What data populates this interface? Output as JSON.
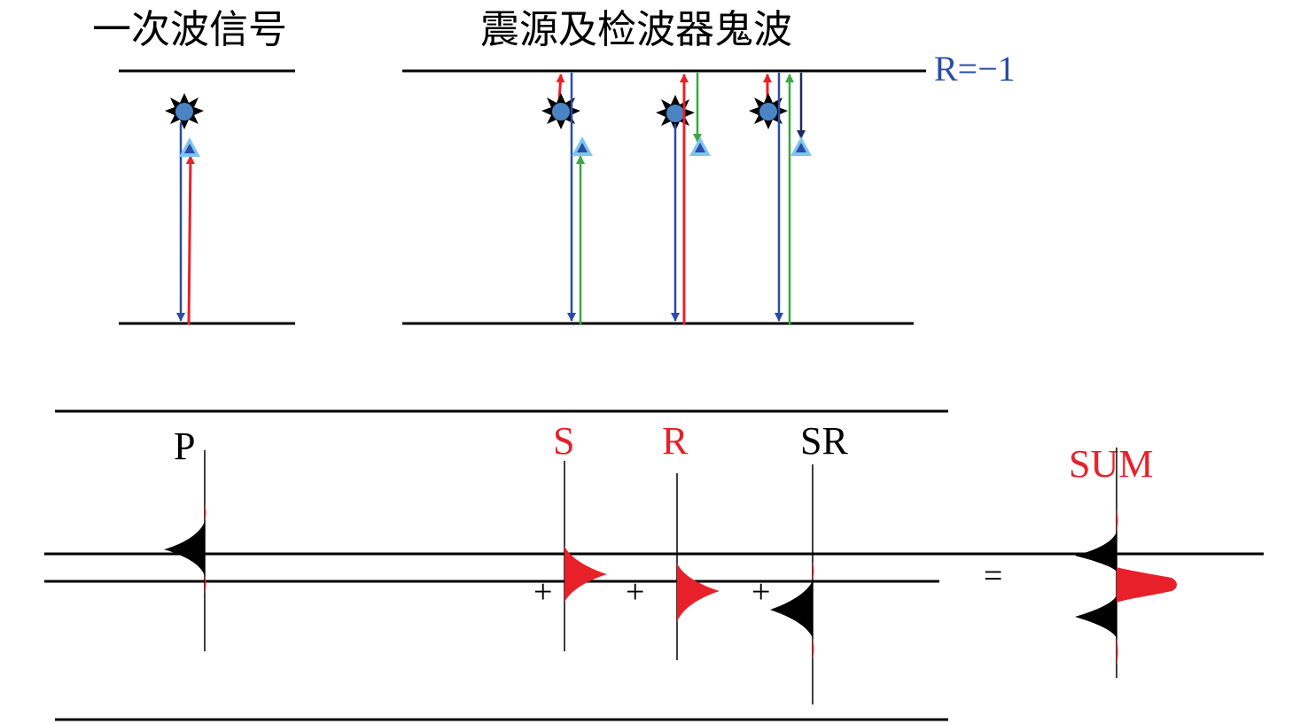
{
  "titles": {
    "primary": "一次波信号",
    "ghost": "震源及检波器鬼波"
  },
  "reflection_label": "R=−1",
  "trace_labels": {
    "p": "P",
    "s": "S",
    "r": "R",
    "sr": "SR",
    "sum": "SUM"
  },
  "operators": {
    "plus_1": "+",
    "plus_2": "+",
    "plus_3": "+",
    "equals": "="
  },
  "colors": {
    "black": "#000000",
    "red": "#e8202a",
    "blue": "#2a4ba8",
    "green": "#3aa845",
    "navy": "#1c2a5c",
    "source_fill": "#4a84c4",
    "receiver_fill": "#7fc6ee",
    "receiver_inner": "#2a4ba8"
  },
  "icons": {
    "source": "explosion-source-icon",
    "receiver": "triangle-receiver-icon"
  }
}
